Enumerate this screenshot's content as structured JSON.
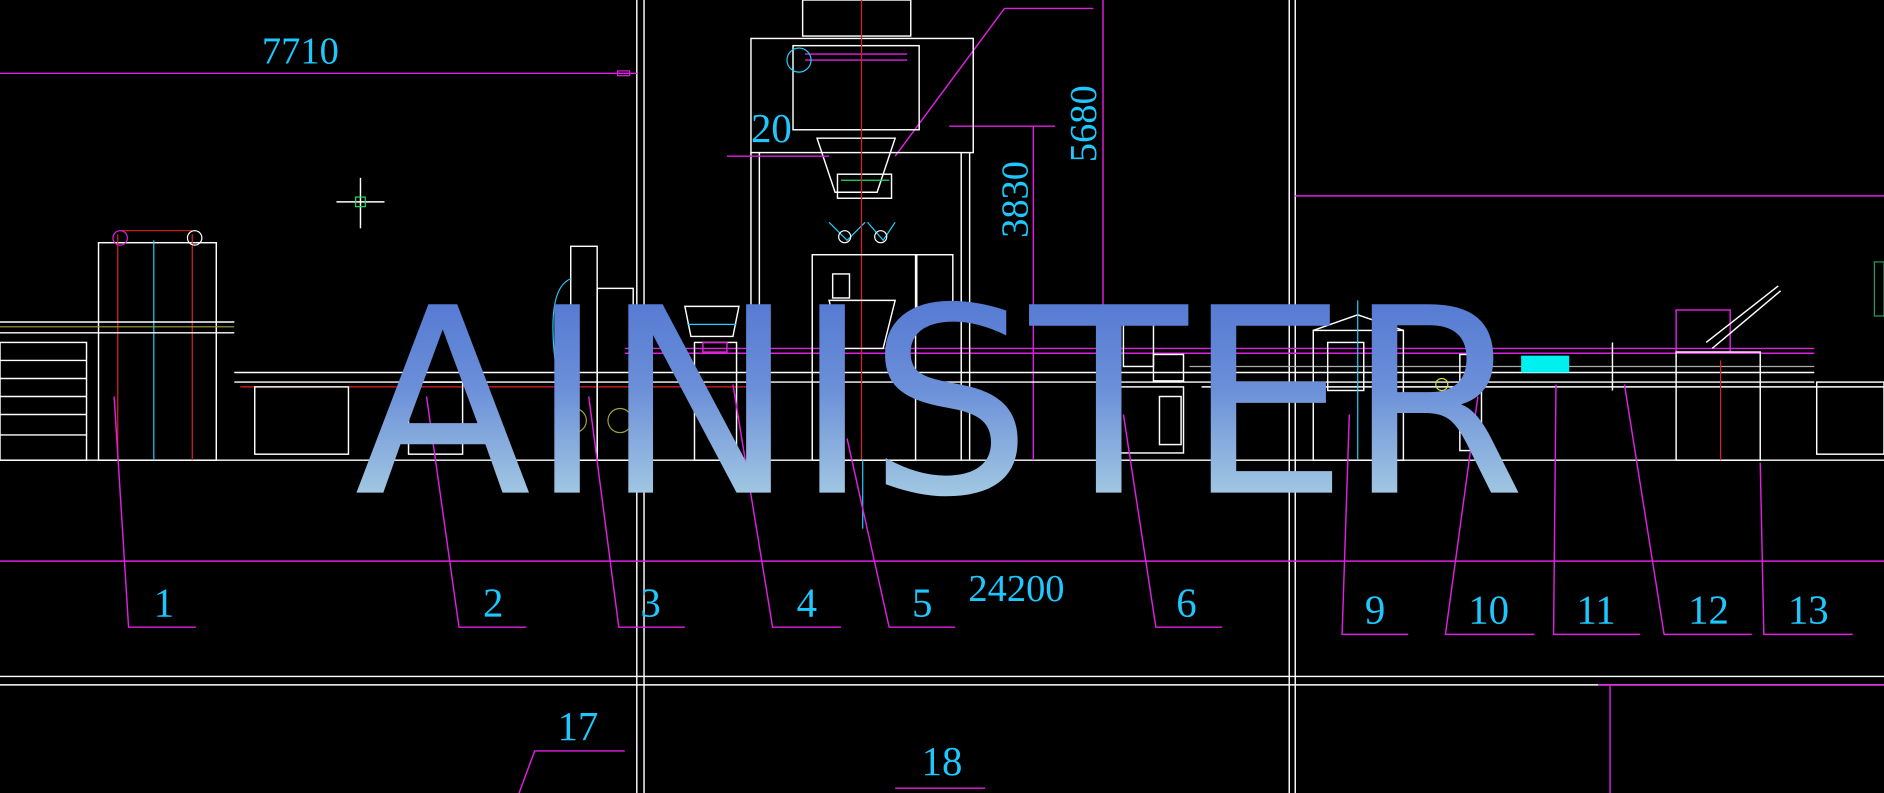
{
  "drawing": {
    "background": "#000000",
    "dimension_color": "#1ec8ff",
    "leader_color": "#e020e0",
    "dimensions": {
      "top_left_length": "7710",
      "overall_length": "24200",
      "height_frame": "3830",
      "height_total": "5680"
    },
    "callouts": [
      "1",
      "2",
      "3",
      "4",
      "5",
      "6",
      "9",
      "10",
      "11",
      "12",
      "13",
      "17",
      "18",
      "20"
    ],
    "watermark": "AINISTER"
  }
}
